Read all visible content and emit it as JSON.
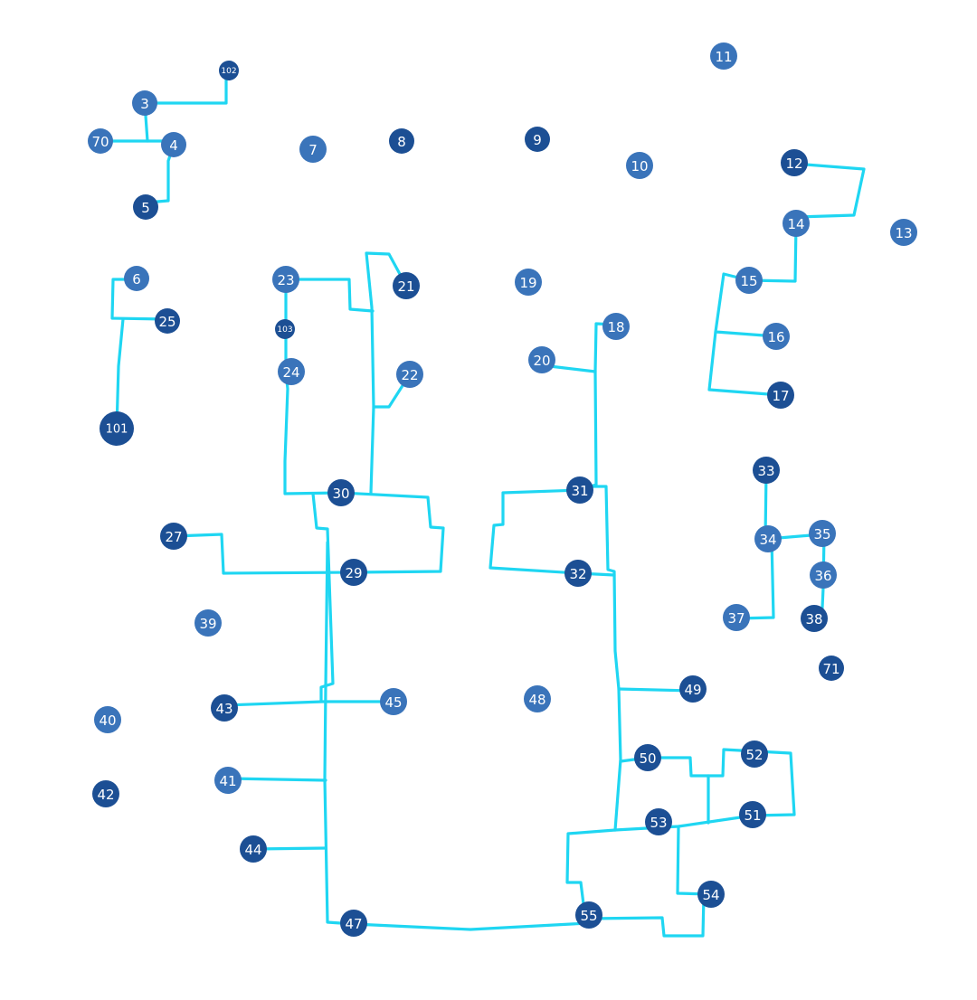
{
  "diagram": {
    "colors": {
      "background": "#ffffff",
      "wire": "#1fd6f2",
      "node_dark": "#1c4f94",
      "node_light": "#3a74ba"
    },
    "node_labels": [
      "102",
      "3",
      "70",
      "4",
      "5",
      "7",
      "8",
      "9",
      "10",
      "11",
      "12",
      "14",
      "13",
      "6",
      "25",
      "101",
      "23",
      "103",
      "24",
      "21",
      "22",
      "19",
      "18",
      "20",
      "15",
      "16",
      "17",
      "33",
      "34",
      "35",
      "36",
      "37",
      "38",
      "71",
      "30",
      "29",
      "27",
      "31",
      "32",
      "39",
      "49",
      "43",
      "45",
      "48",
      "40",
      "41",
      "42",
      "50",
      "52",
      "53",
      "51",
      "44",
      "54",
      "47",
      "55"
    ]
  }
}
